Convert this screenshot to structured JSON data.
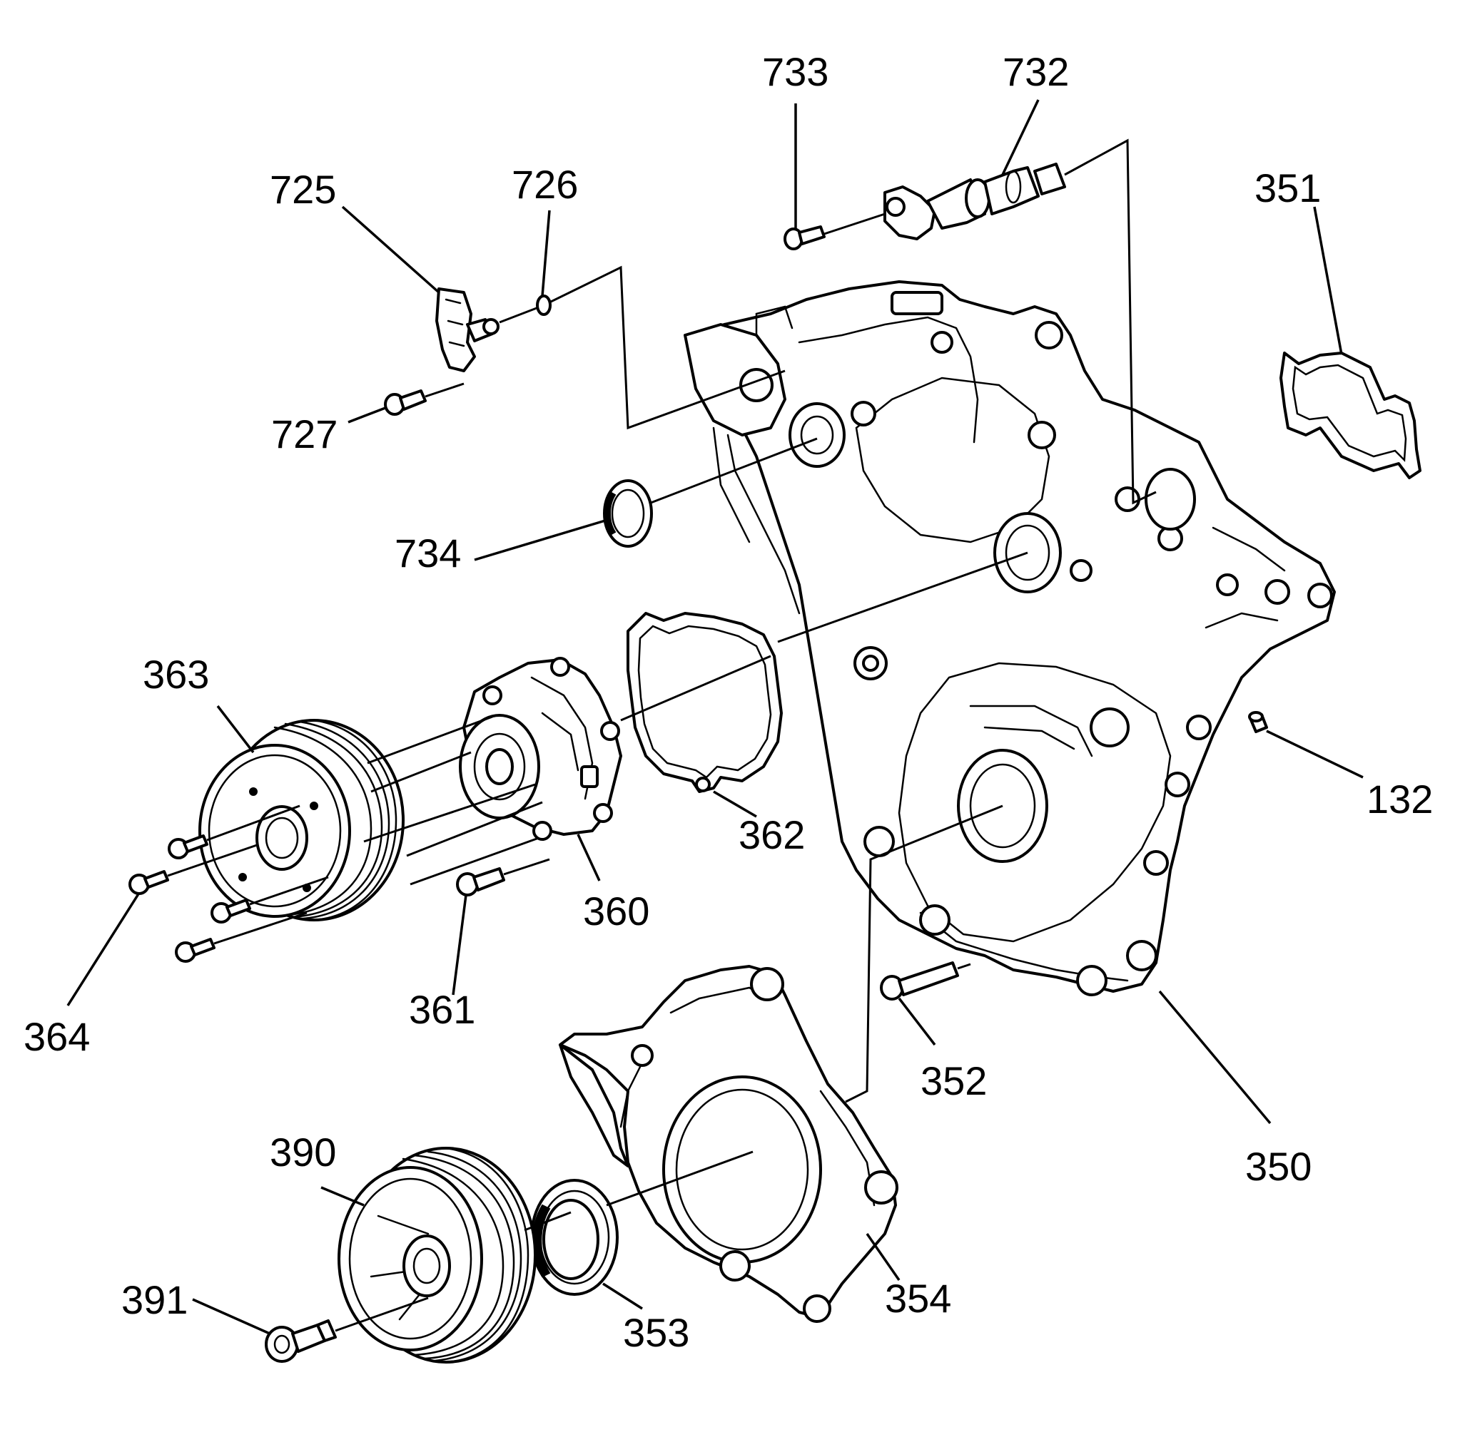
{
  "callouts": {
    "c725": "725",
    "c726": "726",
    "c727": "727",
    "c733": "733",
    "c732": "732",
    "c351": "351",
    "c734": "734",
    "c363": "363",
    "c362": "362",
    "c132": "132",
    "c360": "360",
    "c364": "364",
    "c361": "361",
    "c352": "352",
    "c350": "350",
    "c390": "390",
    "c391": "391",
    "c353": "353",
    "c354": "354"
  }
}
